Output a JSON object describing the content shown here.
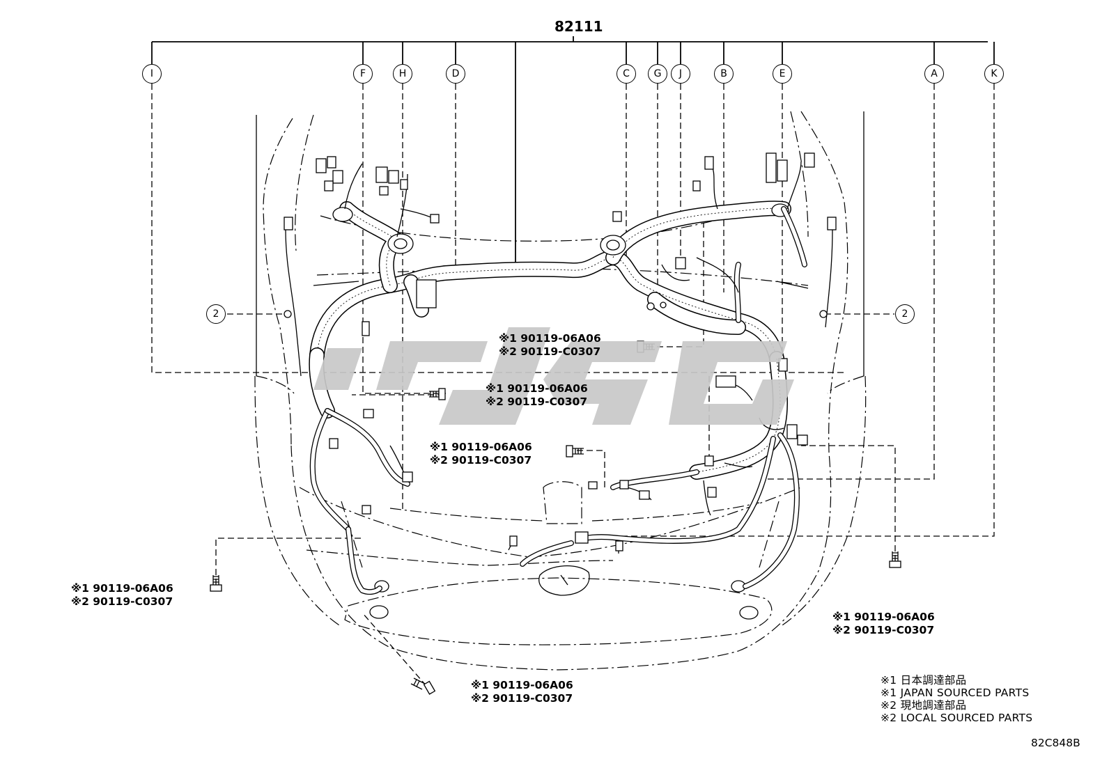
{
  "diagram": {
    "main_part_number": "82111",
    "callouts": [
      "I",
      "F",
      "H",
      "D",
      "C",
      "G",
      "J",
      "B",
      "E",
      "A",
      "K"
    ],
    "clip_callout": "2",
    "bolts": [
      {
        "line1": "※1 90119-06A06",
        "line2": "※2 90119-C0307"
      },
      {
        "line1": "※1 90119-06A06",
        "line2": "※2 90119-C0307"
      },
      {
        "line1": "※1 90119-06A06",
        "line2": "※2 90119-C0307"
      },
      {
        "line1": "※1 90119-06A06",
        "line2": "※2 90119-C0307"
      },
      {
        "line1": "※1 90119-06A06",
        "line2": "※2 90119-C0307"
      },
      {
        "line1": "※1 90119-06A06",
        "line2": "※2 90119-C0307"
      }
    ],
    "notes": [
      "※1 日本調達部品",
      "※1 JAPAN SOURCED PARTS",
      "※2 現地調達部品",
      "※2 LOCAL SOURCED PARTS"
    ],
    "ref_code": "82C848B",
    "watermark": "logo",
    "colors": {
      "line": "#000000",
      "watermark": "#c8c8c8",
      "background": "#ffffff"
    }
  }
}
